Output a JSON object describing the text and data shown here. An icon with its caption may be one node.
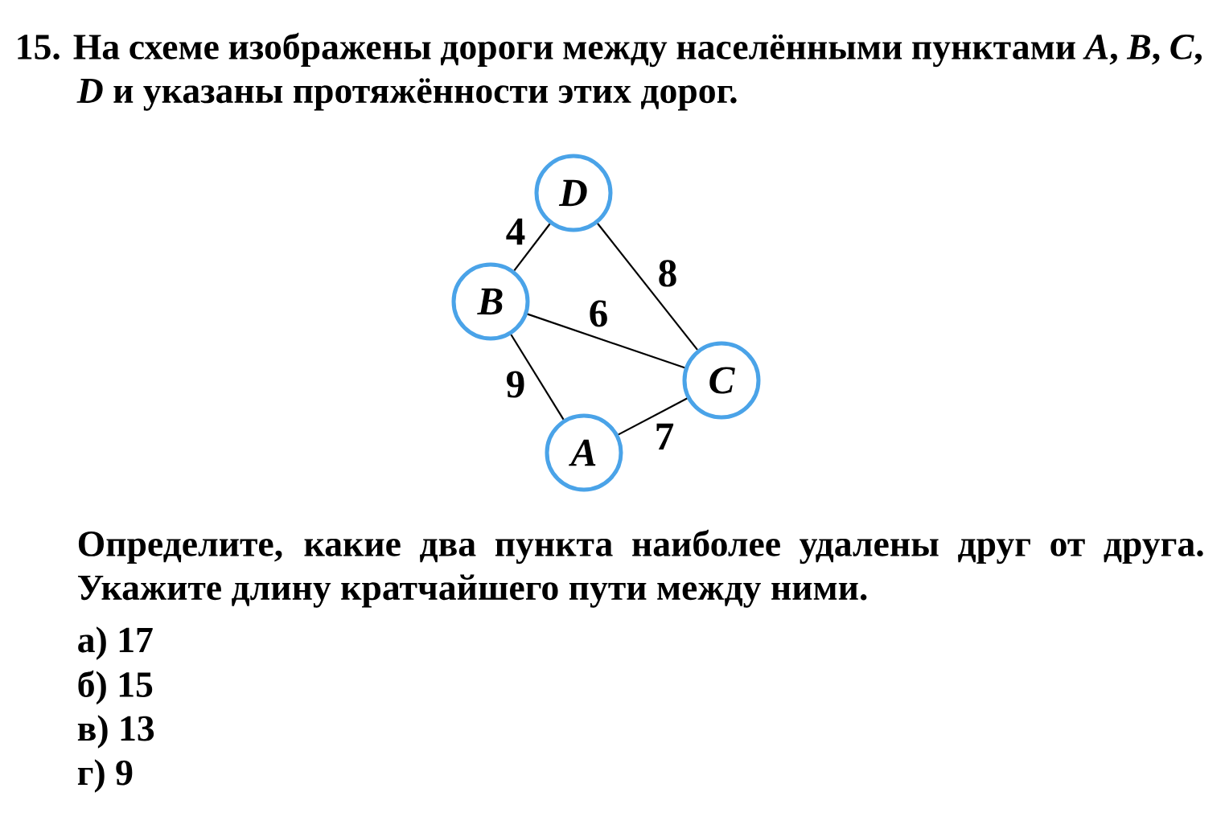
{
  "diagram": {
    "title": "15. На схеме изображены дороги между населёнными пунктами *A*, *B*, *C*, *D* и указаны протяжённости этих дорог.",
    "nodes": [
      {
        "text": [
          "D"
        ]
      },
      {
        "text": [
          "B"
        ]
      },
      {
        "text": [
          "C"
        ]
      },
      {
        "text": [
          "A"
        ]
      }
    ],
    "edges": [
      {
        "from": 0,
        "to": 1,
        "arrow": "none",
        "label": "4"
      },
      {
        "from": 0,
        "to": 2,
        "arrow": "none",
        "label": "8"
      },
      {
        "from": 1,
        "to": 2,
        "arrow": "none",
        "label": "6"
      },
      {
        "from": 1,
        "to": 3,
        "arrow": "none",
        "label": "9"
      },
      {
        "from": 3,
        "to": 2,
        "arrow": "none",
        "label": "7"
      }
    ],
    "labels": [
      "Определите, какие два пункта наиболее удалены друг от друга. Укажите длину кратчайшего пути между ними.",
      "а) 17",
      "б) 15",
      "в) 13",
      "г) 9"
    ]
  }
}
